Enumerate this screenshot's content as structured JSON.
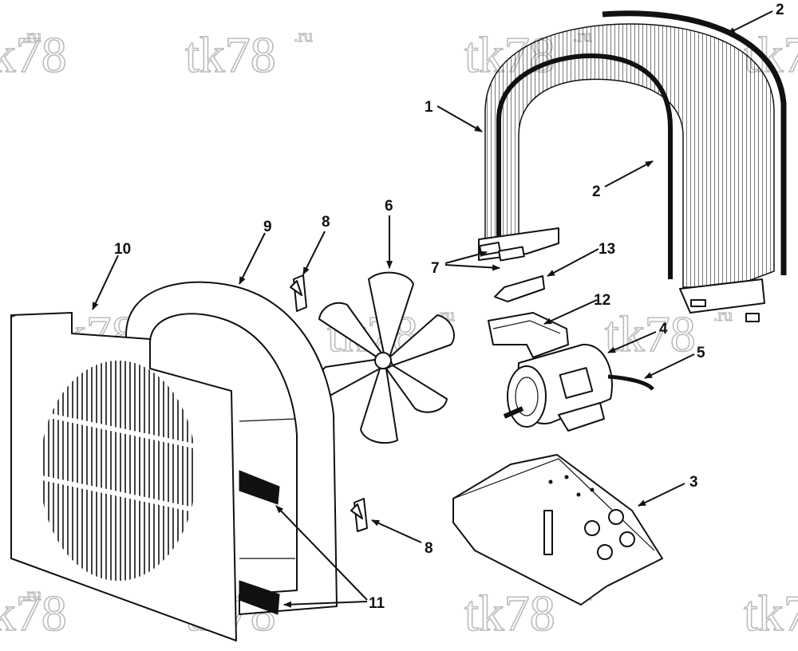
{
  "watermark": {
    "main": "tk78",
    "sup": ".ru"
  },
  "callouts": {
    "p1": "1",
    "p2a": "2",
    "p2b": "2",
    "p3": "3",
    "p4": "4",
    "p5": "5",
    "p6": "6",
    "p7": "7",
    "p8a": "8",
    "p8b": "8",
    "p9": "9",
    "p10": "10",
    "p11": "11",
    "p12": "12",
    "p13": "13"
  },
  "colors": {
    "ink": "#111111",
    "background": "#ffffff",
    "watermark": "#bcbcbc"
  }
}
